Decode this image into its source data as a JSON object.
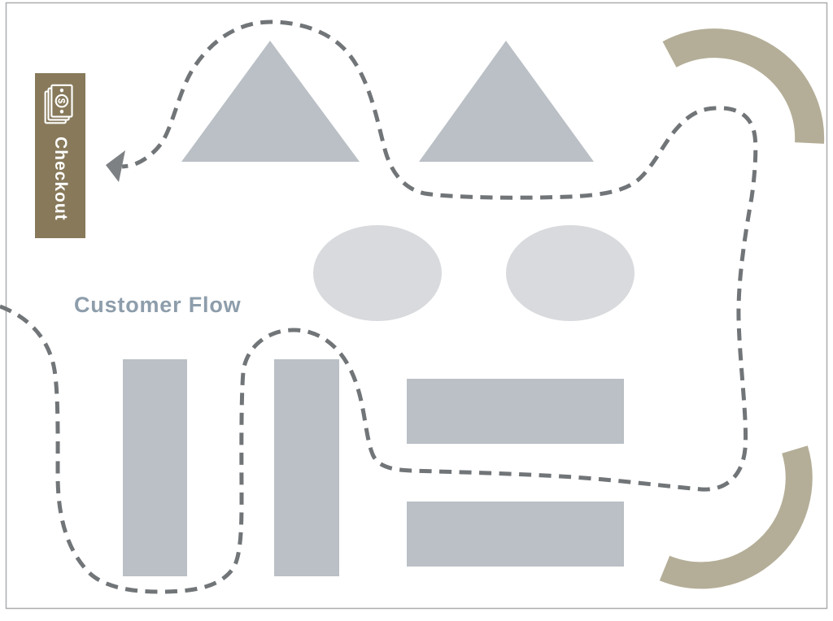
{
  "title": "Customer Flow",
  "checkout": {
    "label": "Checkout",
    "icon": "money-bill-icon"
  },
  "diagram": {
    "description": "Store layout diagram with a dashed customer flow path winding past fixtures toward the checkout",
    "fixtures": {
      "triangles": 2,
      "ellipses": 2,
      "vertical_racks": 2,
      "horizontal_racks": 2,
      "entrance_arcs": 2
    }
  },
  "colors": {
    "background": "#ffffff",
    "border": "#abadaf",
    "shape-gray": "#bac0c5",
    "ellipse-gray": "#d8dadd",
    "arc-tan": "#b4ae98",
    "checkout-bg": "#87795a",
    "checkout-text": "#ffffff",
    "path-dash": "#717578",
    "arrow": "#7e8184",
    "title-text": "#8d9dab"
  }
}
